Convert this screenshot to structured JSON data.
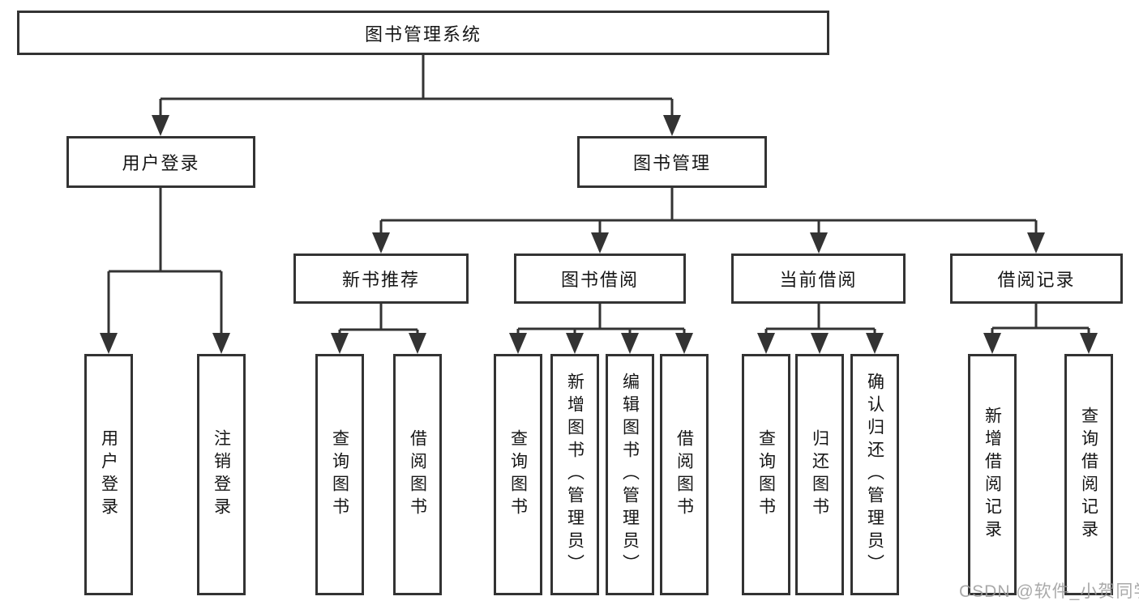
{
  "tree": {
    "root": "图书管理系统",
    "branches": [
      {
        "label": "用户登录",
        "children": [
          "用户登录",
          "注销登录"
        ]
      },
      {
        "label": "图书管理",
        "groups": [
          {
            "label": "新书推荐",
            "children": [
              "查询图书",
              "借阅图书"
            ]
          },
          {
            "label": "图书借阅",
            "children": [
              "查询图书",
              "新增图书（管理员）",
              "编辑图书（管理员）",
              "借阅图书"
            ]
          },
          {
            "label": "当前借阅",
            "children": [
              "查询图书",
              "归还图书",
              "确认归还（管理员）"
            ]
          },
          {
            "label": "借阅记录",
            "children": [
              "新增借阅记录",
              "查询借阅记录"
            ]
          }
        ]
      }
    ]
  },
  "watermark": "CSDN @软件_小贺同学",
  "colors": {
    "line": "#333333",
    "text": "#161616",
    "background": "#ffffff",
    "watermark": "#9b9b9b"
  }
}
